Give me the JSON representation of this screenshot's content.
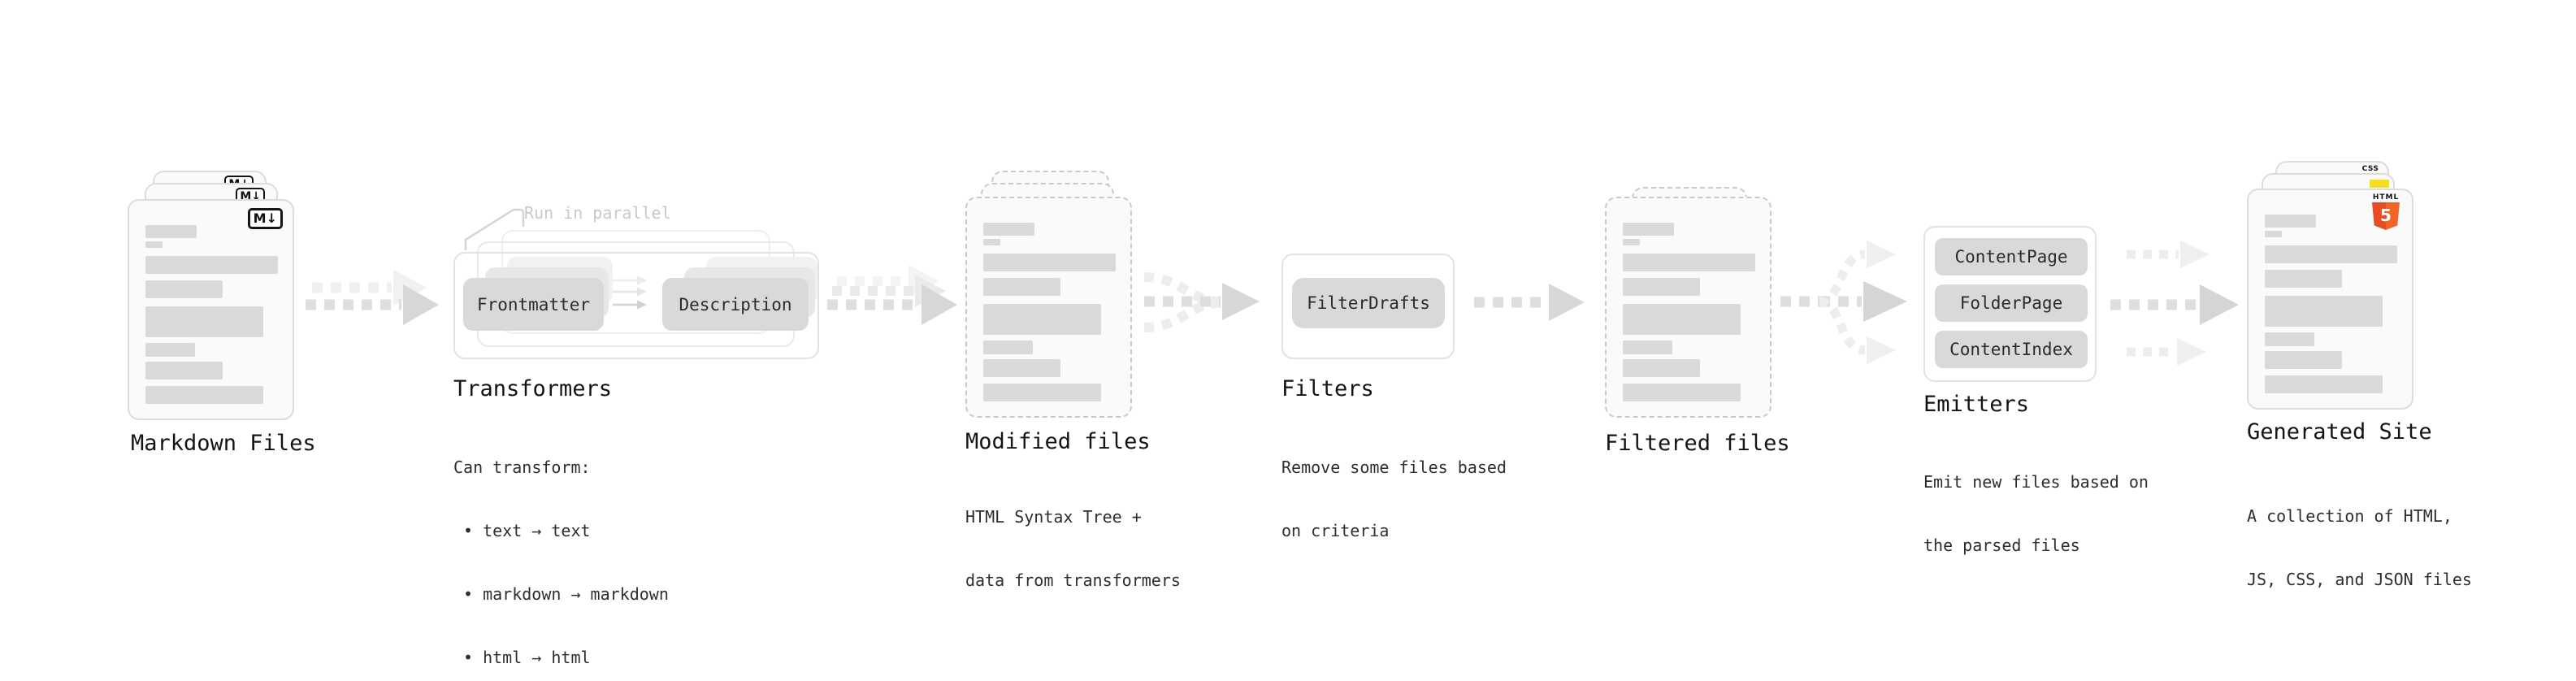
{
  "diagram": {
    "stages": {
      "markdown": {
        "title": "Markdown Files"
      },
      "transformers": {
        "title": "Transformers",
        "annotation": "Run in parallel",
        "pill_left": "Frontmatter",
        "pill_right": "Description",
        "desc": [
          "Can transform:",
          "• text → text",
          "• markdown → markdown",
          "• html → html"
        ]
      },
      "modified": {
        "title": "Modified files",
        "desc": [
          "HTML Syntax Tree +",
          "data from transformers"
        ]
      },
      "filters": {
        "title": "Filters",
        "pill": "FilterDrafts",
        "desc": [
          "Remove some files based",
          "on criteria"
        ]
      },
      "filtered": {
        "title": "Filtered files"
      },
      "emitters": {
        "title": "Emitters",
        "pills": [
          "ContentPage",
          "FolderPage",
          "ContentIndex"
        ],
        "desc": [
          "Emit new files based on",
          "the parsed files"
        ]
      },
      "generated": {
        "title": "Generated Site",
        "desc": [
          "A collection of HTML,",
          "JS, CSS, and JSON files"
        ]
      }
    },
    "icons": {
      "markdown_badge": "M↓",
      "css_badge": "CSS",
      "html_badge_label": "HTML",
      "html_badge_number": "5"
    },
    "colors": {
      "html5_orange_dark": "#e44d26",
      "html5_orange_light": "#f16529",
      "js_yellow": "#f7dd1e",
      "css_blue": "#2760e5",
      "arrow_main": "#dcdcdc",
      "arrow_light": "#eeeeee"
    }
  }
}
